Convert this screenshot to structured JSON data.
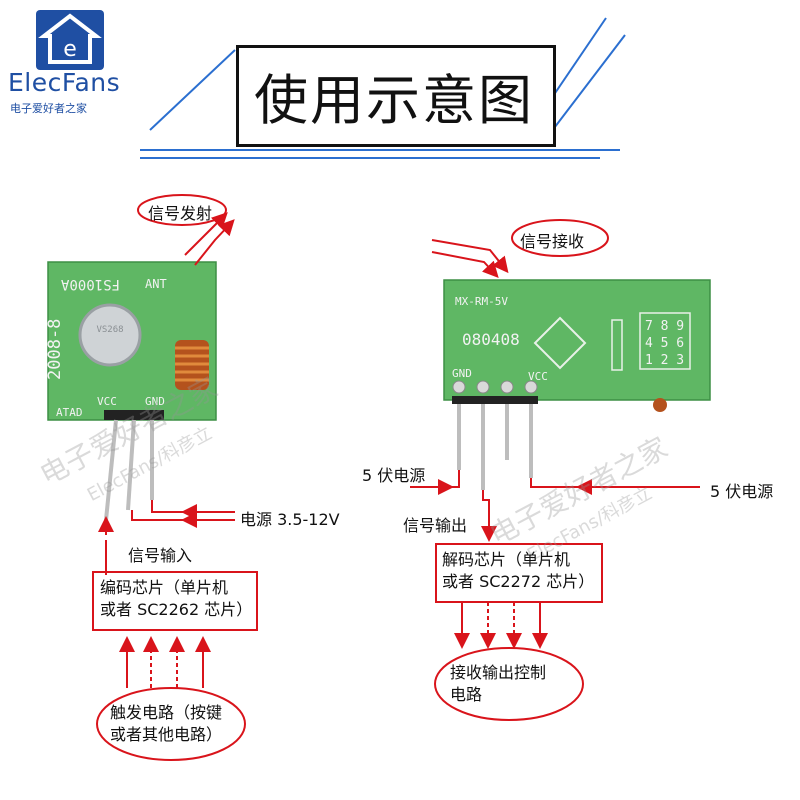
{
  "logo": {
    "name": "ElecFans",
    "subtitle": "电子爱好者之家"
  },
  "title": "使用示意图",
  "transmitter": {
    "signal_emit": "信号发射",
    "pcb_model": "FS1000A",
    "pcb_date": "2008-8",
    "crystal_mark": "VS268",
    "pin_ant": "ANT",
    "pin_gnd": "GND",
    "pin_vcc": "VCC",
    "pin_data": "ATAD",
    "power": "电源 3.5-12V",
    "signal_input": "信号输入",
    "encoder_box": [
      "编码芯片（单片机",
      "或者 SC2262 芯片）"
    ],
    "trigger_oval": [
      "触发电路（按键",
      "或者其他电路）"
    ]
  },
  "receiver": {
    "signal_receive": "信号接收",
    "pcb_model": "MX-RM-5V",
    "pcb_number": "080408",
    "pin_gnd": "GND",
    "pin_vcc": "VCC",
    "keypad": [
      "7 8 9",
      "4 5 6",
      "1 2 3"
    ],
    "power_left": "5 伏电源",
    "power_right": "5 伏电源",
    "signal_output": "信号输出",
    "decoder_box": [
      "解码芯片（单片机",
      "或者 SC2272 芯片）"
    ],
    "control_oval": [
      "接收输出控制",
      "电路"
    ]
  },
  "watermarks": [
    "电子爱好者之家",
    "ElecFans/科彦立"
  ],
  "colors": {
    "arrow": "#d9141b",
    "pcb": "#5fb764",
    "brand": "#1f4fa3"
  }
}
